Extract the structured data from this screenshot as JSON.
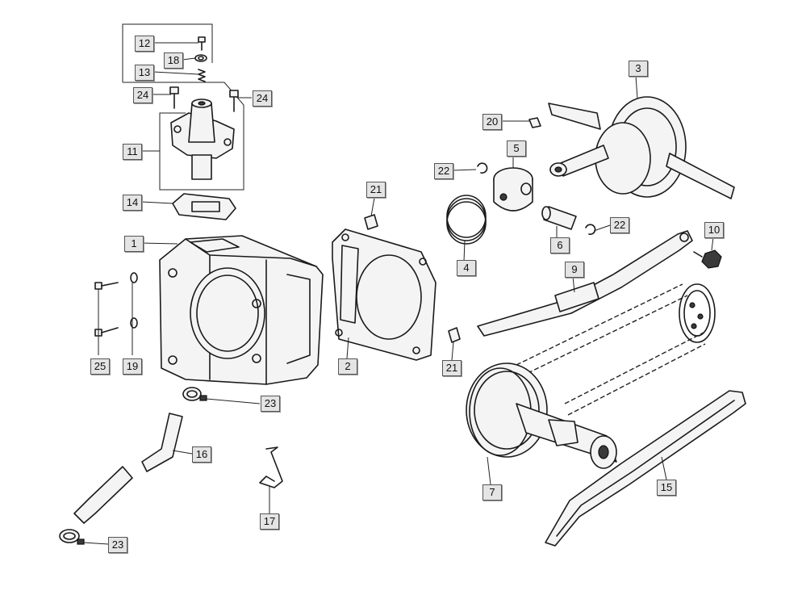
{
  "colors": {
    "background": "#ffffff",
    "callout": "#e4e4e4",
    "ink": "#1a1a1a"
  },
  "callouts": [
    {
      "id": "c12",
      "label": "12"
    },
    {
      "id": "c18",
      "label": "18"
    },
    {
      "id": "c13",
      "label": "13"
    },
    {
      "id": "c24a",
      "label": "24"
    },
    {
      "id": "c24b",
      "label": "24"
    },
    {
      "id": "c11",
      "label": "11"
    },
    {
      "id": "c14",
      "label": "14"
    },
    {
      "id": "c1",
      "label": "1"
    },
    {
      "id": "c25",
      "label": "25"
    },
    {
      "id": "c19",
      "label": "19"
    },
    {
      "id": "c2",
      "label": "2"
    },
    {
      "id": "c21a",
      "label": "21"
    },
    {
      "id": "c21b",
      "label": "21"
    },
    {
      "id": "c23a",
      "label": "23"
    },
    {
      "id": "c16",
      "label": "16"
    },
    {
      "id": "c17",
      "label": "17"
    },
    {
      "id": "c23b",
      "label": "23"
    },
    {
      "id": "c3",
      "label": "3"
    },
    {
      "id": "c20",
      "label": "20"
    },
    {
      "id": "c5",
      "label": "5"
    },
    {
      "id": "c22a",
      "label": "22"
    },
    {
      "id": "c4",
      "label": "4"
    },
    {
      "id": "c6",
      "label": "6"
    },
    {
      "id": "c22b",
      "label": "22"
    },
    {
      "id": "c10",
      "label": "10"
    },
    {
      "id": "c9",
      "label": "9"
    },
    {
      "id": "c7",
      "label": "7"
    },
    {
      "id": "c15",
      "label": "15"
    }
  ]
}
